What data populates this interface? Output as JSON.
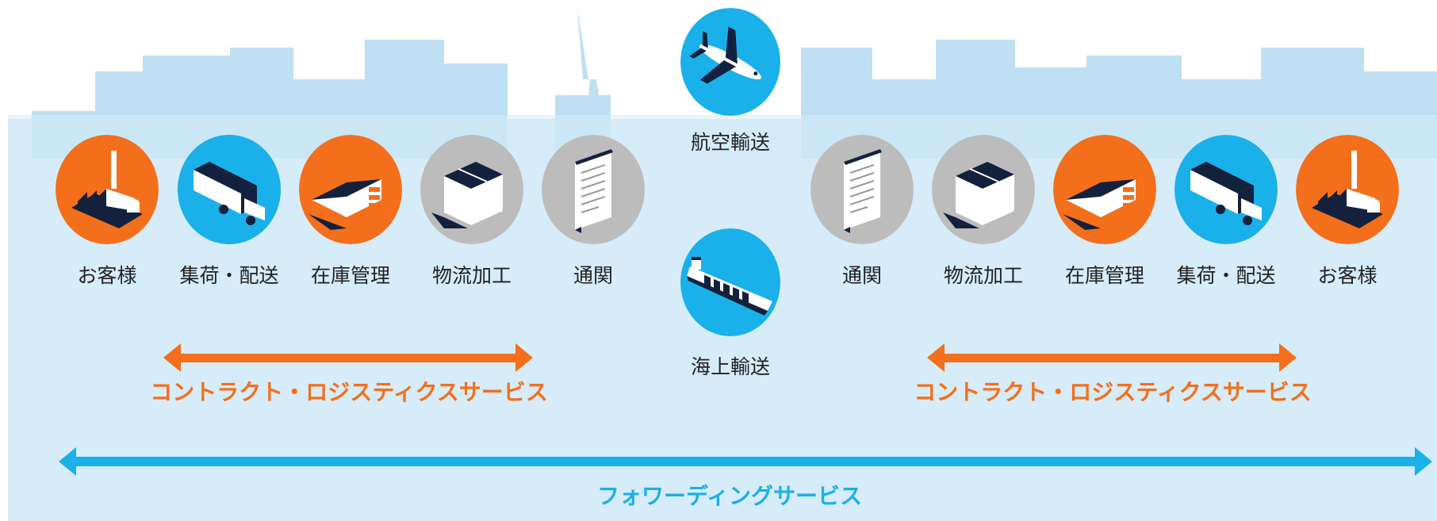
{
  "colors": {
    "sky": "#d6ecf8",
    "skyline": "#bfdff2",
    "orange": "#f46f1b",
    "blue": "#1ab0ea",
    "gray": "#bcbcbc",
    "navy": "#14213d"
  },
  "transport": {
    "air": {
      "label": "航空輸送",
      "icon": "airplane-icon"
    },
    "sea": {
      "label": "海上輸送",
      "icon": "ship-icon"
    }
  },
  "left_chain": [
    {
      "label": "お客様",
      "icon": "factory-icon",
      "color": "orange"
    },
    {
      "label": "集荷・配送",
      "icon": "truck-icon",
      "color": "blue"
    },
    {
      "label": "在庫管理",
      "icon": "warehouse-icon",
      "color": "orange"
    },
    {
      "label": "物流加工",
      "icon": "box-icon",
      "color": "gray"
    },
    {
      "label": "通関",
      "icon": "document-icon",
      "color": "gray"
    }
  ],
  "right_chain": [
    {
      "label": "通関",
      "icon": "document-icon",
      "color": "gray"
    },
    {
      "label": "物流加工",
      "icon": "box-icon",
      "color": "gray"
    },
    {
      "label": "在庫管理",
      "icon": "warehouse-icon",
      "color": "orange"
    },
    {
      "label": "集荷・配送",
      "icon": "truck-icon",
      "color": "blue"
    },
    {
      "label": "お客様",
      "icon": "factory-icon",
      "color": "orange"
    }
  ],
  "bands": {
    "contract_left": "コントラクト・ロジスティクスサービス",
    "contract_right": "コントラクト・ロジスティクスサービス",
    "forwarding": "フォワーディングサービス"
  }
}
